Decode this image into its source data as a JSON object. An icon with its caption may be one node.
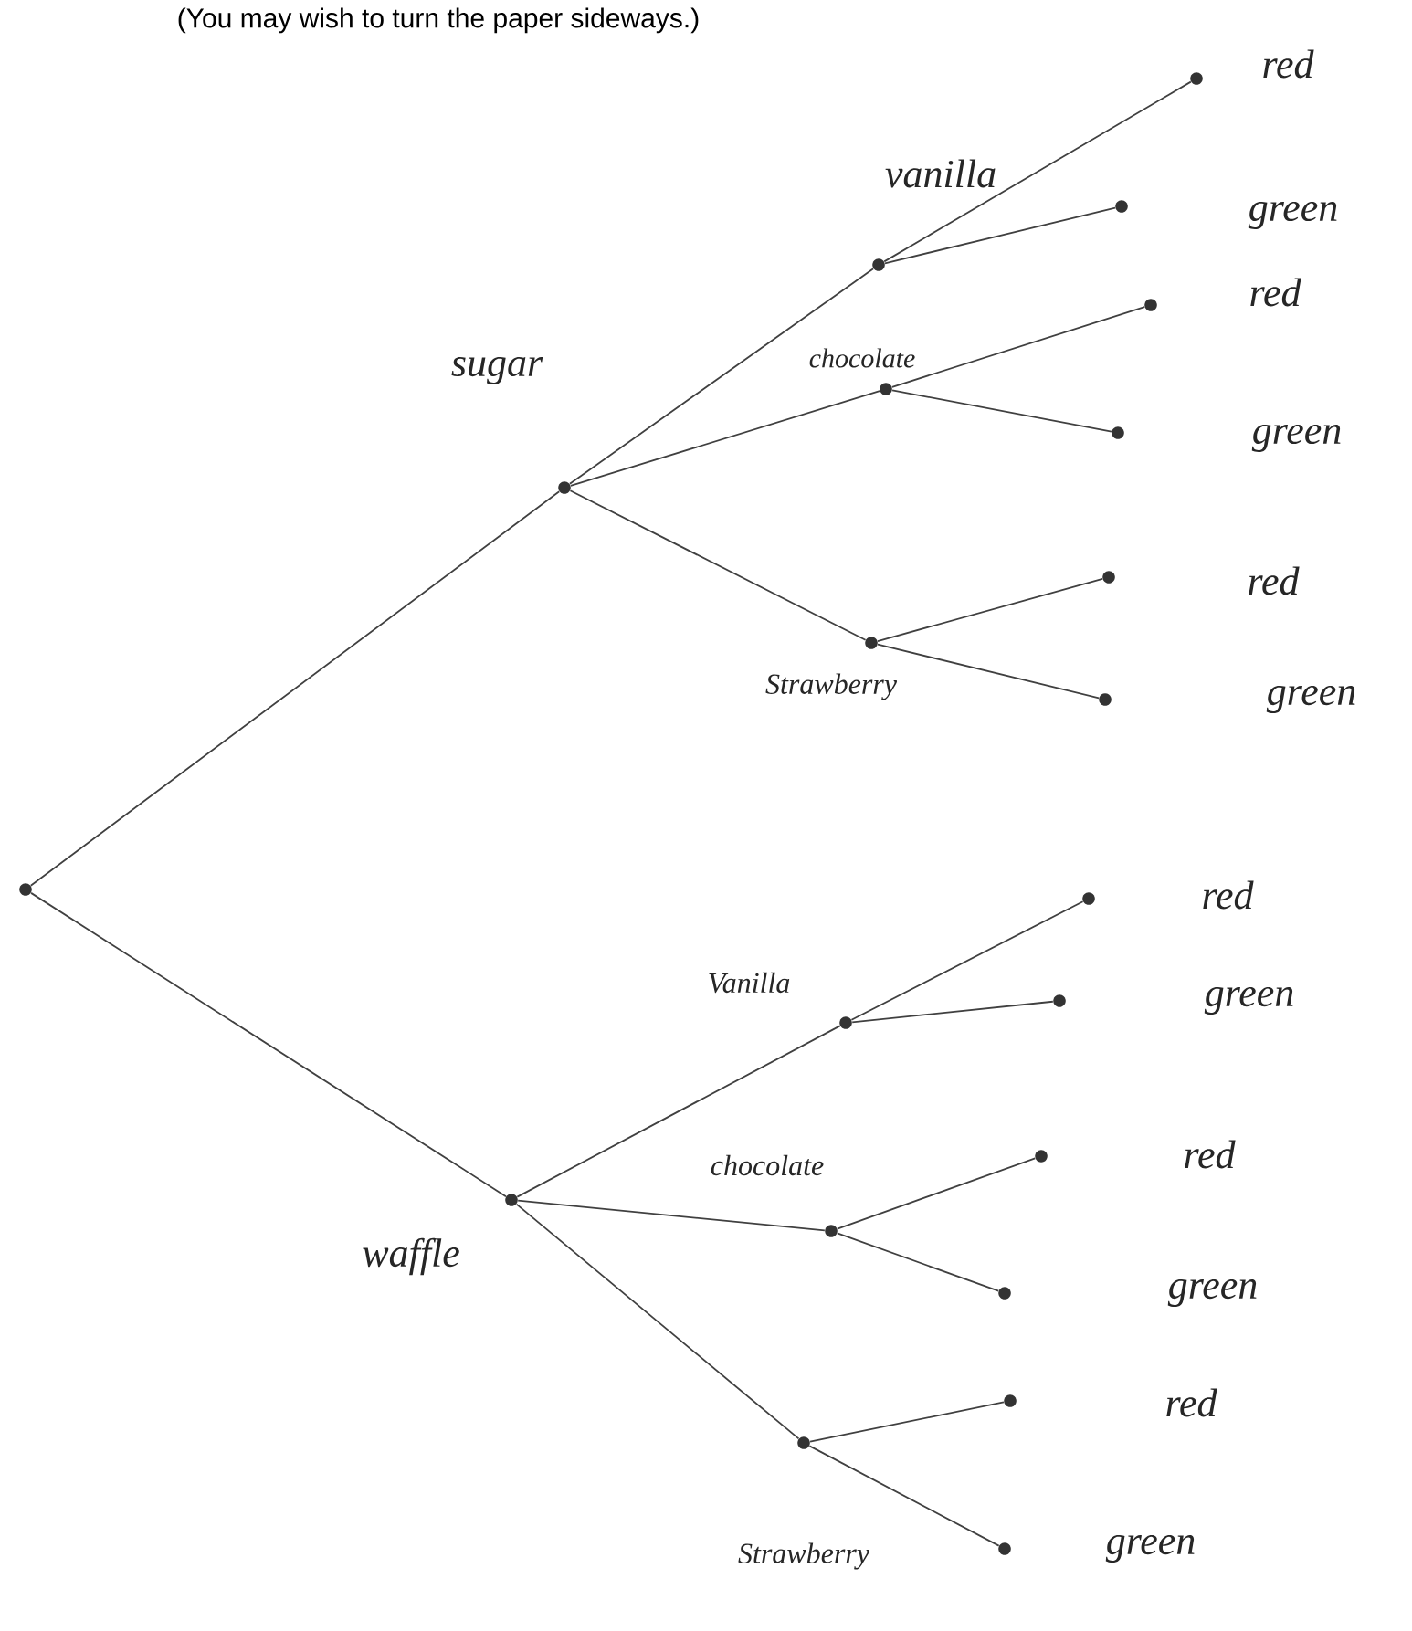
{
  "diagram": {
    "nodes": [
      {
        "text": [],
        "shape": "circle"
      },
      {
        "text": [],
        "shape": "circle",
        "beside": [
          "sugar"
        ]
      },
      {
        "text": [],
        "shape": "circle",
        "beside": [
          "vanilla"
        ]
      },
      {
        "text": [],
        "shape": "circle",
        "beside": [
          "red"
        ]
      },
      {
        "text": [],
        "shape": "circle",
        "beside": [
          "green"
        ]
      },
      {
        "text": [],
        "shape": "circle",
        "beside": [
          "chocolate"
        ]
      },
      {
        "text": [],
        "shape": "circle",
        "beside": [
          "red"
        ]
      },
      {
        "text": [],
        "shape": "circle",
        "beside": [
          "green"
        ]
      },
      {
        "text": [],
        "shape": "circle",
        "beside": [
          "Strawberry"
        ]
      },
      {
        "text": [],
        "shape": "circle",
        "beside": [
          "red"
        ]
      },
      {
        "text": [],
        "shape": "circle",
        "beside": [
          "green"
        ]
      },
      {
        "text": [],
        "shape": "circle",
        "beside": [
          "waffle"
        ]
      },
      {
        "text": [],
        "shape": "circle",
        "beside": [
          "Vanilla"
        ]
      },
      {
        "text": [],
        "shape": "circle",
        "beside": [
          "red"
        ]
      },
      {
        "text": [],
        "shape": "circle",
        "beside": [
          "green"
        ]
      },
      {
        "text": [],
        "shape": "circle",
        "beside": [
          "chocolate"
        ]
      },
      {
        "text": [],
        "shape": "circle",
        "beside": [
          "red"
        ]
      },
      {
        "text": [],
        "shape": "circle",
        "beside": [
          "green"
        ]
      },
      {
        "text": [],
        "shape": "circle",
        "beside": [
          "Strawberry"
        ]
      },
      {
        "text": [],
        "shape": "circle",
        "beside": [
          "red"
        ]
      },
      {
        "text": [],
        "shape": "circle",
        "beside": [
          "green"
        ]
      }
    ],
    "edges": [
      {
        "from": 0,
        "to": 1,
        "arrow": "none"
      },
      {
        "from": 1,
        "to": 2,
        "arrow": "none"
      },
      {
        "from": 2,
        "to": 3,
        "arrow": "none"
      },
      {
        "from": 2,
        "to": 4,
        "arrow": "none"
      },
      {
        "from": 1,
        "to": 5,
        "arrow": "none"
      },
      {
        "from": 5,
        "to": 6,
        "arrow": "none"
      },
      {
        "from": 5,
        "to": 7,
        "arrow": "none"
      },
      {
        "from": 1,
        "to": 8,
        "arrow": "none"
      },
      {
        "from": 8,
        "to": 9,
        "arrow": "none"
      },
      {
        "from": 8,
        "to": 10,
        "arrow": "none"
      },
      {
        "from": 0,
        "to": 11,
        "arrow": "none"
      },
      {
        "from": 11,
        "to": 12,
        "arrow": "none"
      },
      {
        "from": 12,
        "to": 13,
        "arrow": "none"
      },
      {
        "from": 12,
        "to": 14,
        "arrow": "none"
      },
      {
        "from": 11,
        "to": 15,
        "arrow": "none"
      },
      {
        "from": 15,
        "to": 16,
        "arrow": "none"
      },
      {
        "from": 15,
        "to": 17,
        "arrow": "none"
      },
      {
        "from": 11,
        "to": 18,
        "arrow": "none"
      },
      {
        "from": 18,
        "to": 19,
        "arrow": "none"
      },
      {
        "from": 18,
        "to": 20,
        "arrow": "none"
      }
    ],
    "labels": [
      "(You may wish to turn the paper sideways.)"
    ]
  }
}
